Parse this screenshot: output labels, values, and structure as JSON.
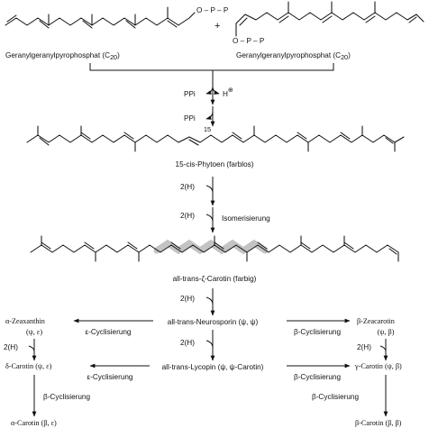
{
  "substrates": {
    "left": {
      "label": "Geranylgeranylpyrophosphat (C",
      "sub": "20",
      "close": ")",
      "group": "O – P – P"
    },
    "plus": "+",
    "right": {
      "label": "Geranylgeranylpyrophosphat (C",
      "sub": "20",
      "close": ")",
      "group": "O – P – P"
    }
  },
  "step1": {
    "cofactor_out": "PPi",
    "proton": "H",
    "proton_charge": "⊕"
  },
  "step2": {
    "cofactor_out": "PPi"
  },
  "phytoene": {
    "label": "15-cis-Phytoen (farblos)",
    "locant": "15"
  },
  "step3": {
    "cofactor": "2(H)"
  },
  "step4": {
    "cofactor": "2(H)",
    "note": "Isomerisierung"
  },
  "zeta": {
    "label": "all-trans-ζ-Carotin (farbig)"
  },
  "step5": {
    "cofactor": "2(H)"
  },
  "neurosporin": {
    "label": "all-trans-Neurosporin (ψ, ψ)"
  },
  "step6": {
    "cofactor": "2(H)"
  },
  "lycopin": {
    "label": "all-trans-Lycopin (ψ, ψ-Carotin)"
  },
  "left_branch": {
    "zeaxanthin": "α-Zeaxanthin",
    "zeaxanthin_ends": "(ψ, ε)",
    "cyc1": "ε-Cyclisierung",
    "h": "2(H)",
    "delta": "δ-Carotin (ψ, ε)",
    "cyc2": "ε-Cyclisierung",
    "cyc3": "β-Cyclisierung",
    "alpha": "α-Carotin (β, ε)"
  },
  "right_branch": {
    "zeacarotin": "β-Zeacarotin",
    "zeacarotin_ends": "(ψ, β)",
    "cyc1": "β-Cyclisierung",
    "h": "2(H)",
    "gamma": "γ-Carotin (ψ, β)",
    "cyc2": "β-Cyclisierung",
    "cyc3": "β-Cyclisierung",
    "beta": "β-Carotin (β, β)"
  }
}
